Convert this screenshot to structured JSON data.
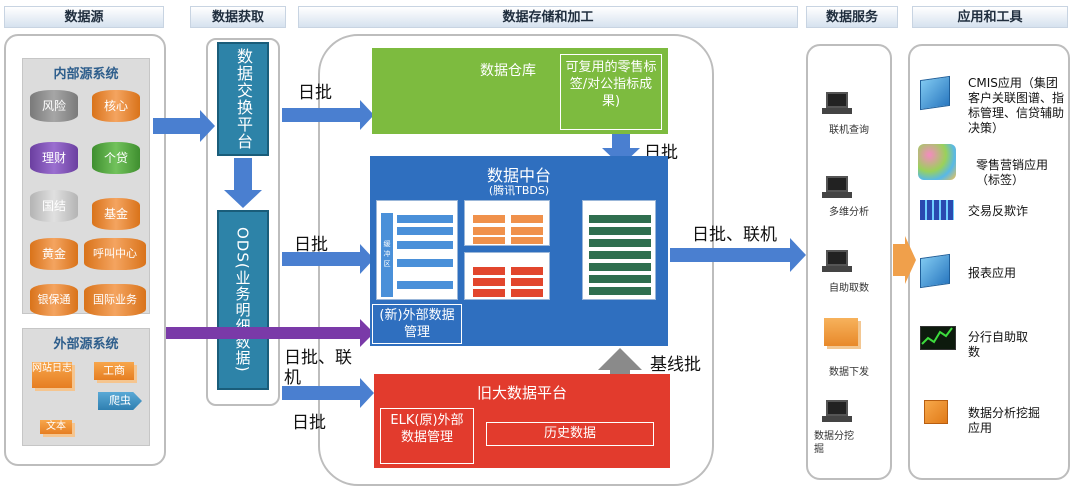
{
  "headers": {
    "sources": "数据源",
    "acquisition": "数据获取",
    "storage": "数据存储和加工",
    "services": "数据服务",
    "apps": "应用和工具"
  },
  "internal_sources": {
    "title": "内部源系统",
    "items": [
      "风险",
      "核心",
      "理财",
      "个贷",
      "国结",
      "基金",
      "黄金",
      "呼叫中心",
      "银保通",
      "国际业务"
    ]
  },
  "external_sources": {
    "title": "外部源系统",
    "items": [
      "网站日志",
      "工商",
      "爬虫",
      "文本"
    ]
  },
  "acquisition": {
    "exchange_platform": "数据交换平台",
    "ods": "ODS(业务明细数据)"
  },
  "flow_labels": {
    "batch_dw": "日批",
    "batch_to_dw_down": "日批",
    "batch_middle": "日批",
    "batch_online_left": "日批、联机",
    "batch_bottom": "日批",
    "batch_online_right": "日批、联机",
    "baseline": "基线批"
  },
  "warehouse": {
    "title": "数据仓库",
    "reusable": "可复用的零售标签/对公指标成果)"
  },
  "middle_platform": {
    "title": "数据中台",
    "subtitle": "(腾讯TBDS)",
    "external_mgmt": "(新)外部数据管理",
    "buffer_label": "缓冲区"
  },
  "old_platform": {
    "title": "旧大数据平台",
    "elk": "ELK(原)外部数据管理",
    "history": "历史数据"
  },
  "services": {
    "items": [
      "联机查询",
      "多维分析",
      "自助取数",
      "数据下发",
      "数据分挖掘"
    ]
  },
  "apps": {
    "items": [
      "CMIS应用（集团客户关联图谱、指标管理、信贷辅助决策）",
      "零售营销应用（标签）",
      "交易反欺诈",
      "报表应用",
      "分行自助取数",
      "数据分析挖掘应用"
    ]
  },
  "colors": {
    "arrow_blue": "#4a7fd0",
    "purple": "#7a3aa8",
    "green": "#7dbb3f",
    "blue": "#2f6fbf",
    "red": "#e23b2d",
    "orange": "#f0a04b"
  }
}
